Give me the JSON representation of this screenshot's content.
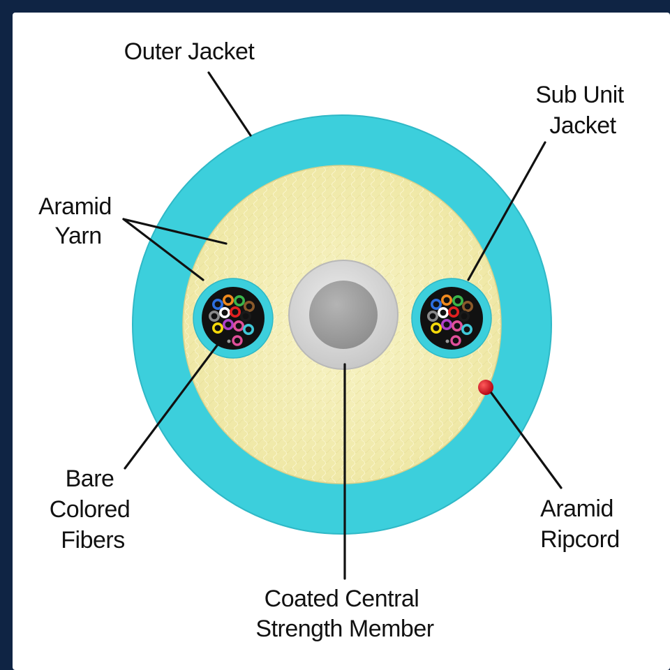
{
  "labels": {
    "outer_jacket": "Outer Jacket",
    "sub_unit_jacket": [
      "Sub Unit",
      "Jacket"
    ],
    "aramid_yarn": [
      "Aramid",
      "Yarn"
    ],
    "bare_colored_fibers": [
      "Bare",
      "Colored",
      "Fibers"
    ],
    "coated_central_strength_member": [
      "Coated Central",
      "Strength Member"
    ],
    "aramid_ripcord": [
      "Aramid",
      "Ripcord"
    ]
  },
  "colors": {
    "outer_jacket": "#3ccfdc",
    "aramid_yarn": "#f6f1bd",
    "sub_unit_jacket": "#3ccfdc",
    "strength_member_coating": "#d6d6d6",
    "strength_member_core": "#a0a0a0",
    "ripcord": "#d8141a",
    "fiber_bundle": "#111111",
    "frame": "#0f2444"
  },
  "fiber_colors": [
    "#2d6fe0",
    "#f08a1e",
    "#3ab54a",
    "#8b5a2b",
    "#8a8a8a",
    "#ffffff",
    "#e02020",
    "#1a1a1a",
    "#f5d90a",
    "#b040c8",
    "#e0509a",
    "#40c8d8"
  ]
}
